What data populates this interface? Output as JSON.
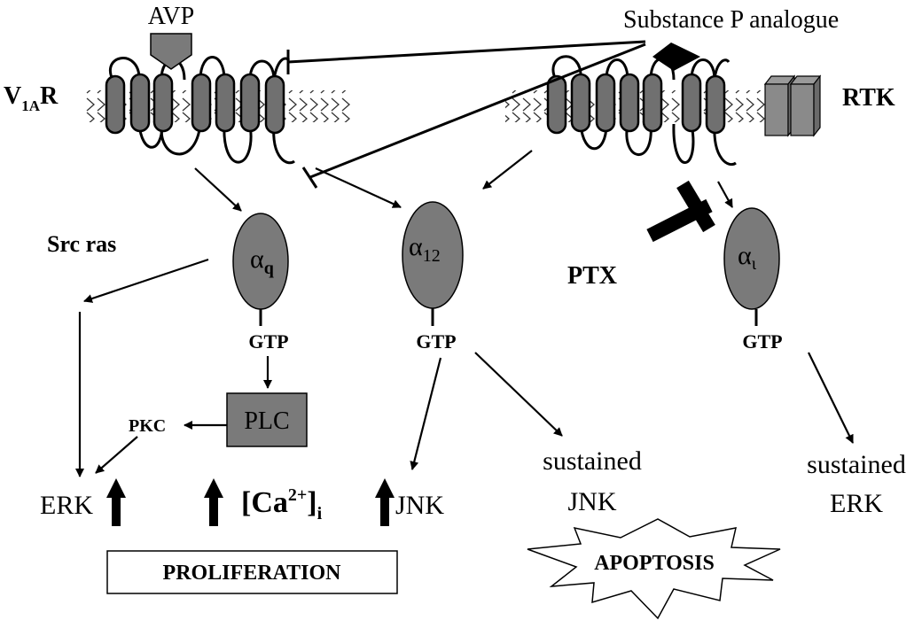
{
  "ligands": {
    "avp": "AVP",
    "substance_p": "Substance P analogue"
  },
  "receptors": {
    "v1ar_main": "V",
    "v1ar_sub": "1A",
    "v1ar_tail": "R",
    "rtk": "RTK"
  },
  "g_proteins": {
    "aq_main": "α",
    "aq_sub": "q",
    "a12_main": "α",
    "a12_sub": "12",
    "ai_main": "α",
    "ai_sub": "ι"
  },
  "labels": {
    "src_ras": "Src ras",
    "ptx": "PTX",
    "gtp": "GTP",
    "plc": "PLC",
    "pkc": "PKC",
    "erk": "ERK",
    "ca_open": "[Ca",
    "ca_sup": "2+",
    "ca_close": "]",
    "ca_sub": "i",
    "jnk": "JNK",
    "sustained": "sustained",
    "sustained_jnk": "JNK",
    "sustained_erk": "ERK"
  },
  "outcomes": {
    "proliferation": "PROLIFERATION",
    "apoptosis": "APOPTOSIS"
  }
}
